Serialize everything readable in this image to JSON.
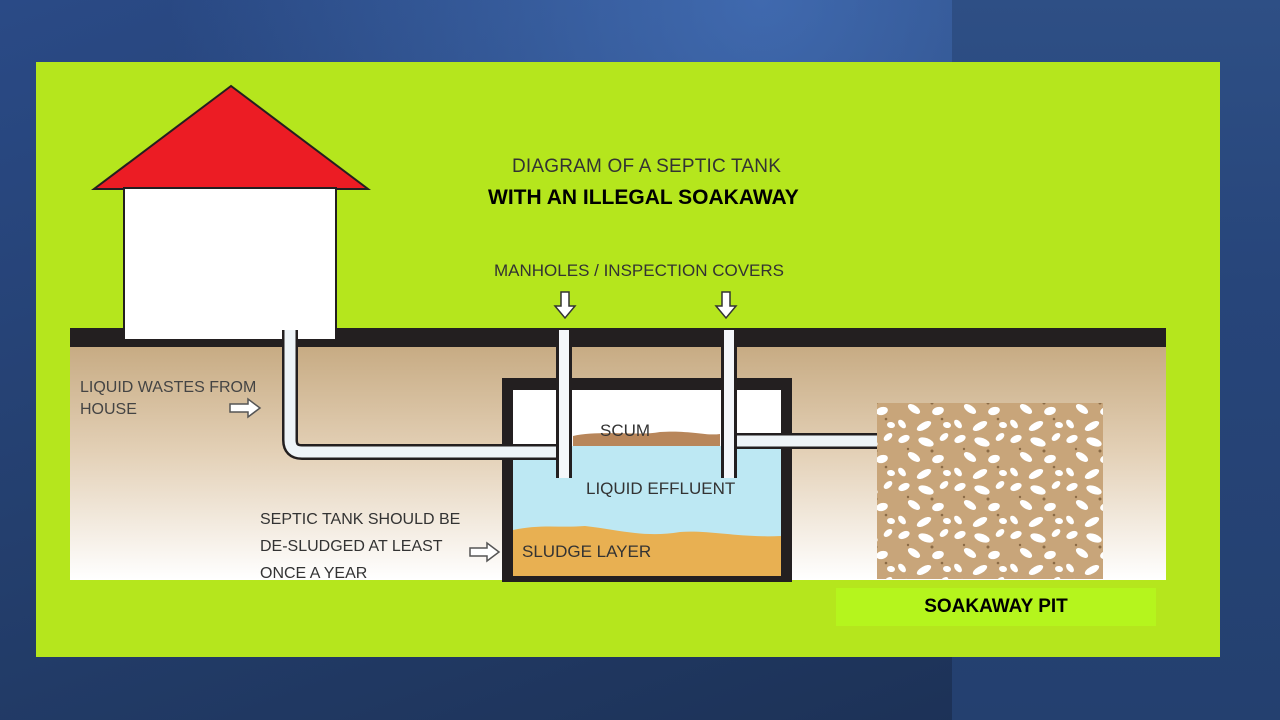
{
  "diagram": {
    "title_line1": "DIAGRAM OF A SEPTIC TANK",
    "title_line2": "WITH AN ILLEGAL SOAKAWAY",
    "manholes_label": "MANHOLES / INSPECTION COVERS",
    "liquid_wastes_label": "LIQUID WASTES FROM HOUSE",
    "scum_label": "SCUM",
    "effluent_label": "LIQUID EFFLUENT",
    "sludge_label": "SLUDGE LAYER",
    "desludge_label": "SEPTIC TANK SHOULD BE DE-SLUDGED AT LEAST ONCE A YEAR",
    "soakaway_label": "SOAKAWAY PIT"
  },
  "colors": {
    "canvas": "#b5e61d",
    "roof": "#ec1c24",
    "ground_top": "#c8ad86",
    "ground_bottom": "#ffffff",
    "effluent": "#bde8f3",
    "sludge": "#e8b052",
    "scum": "#b8865a",
    "gravel": "#c8a57a"
  }
}
